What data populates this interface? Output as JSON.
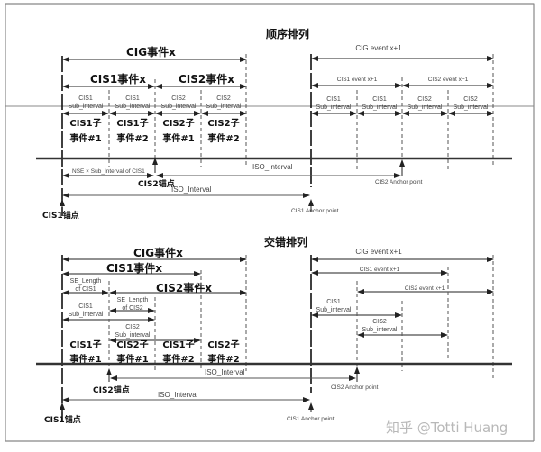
{
  "watermark": "知乎 @Totti Huang",
  "sequential": {
    "title": "顺序排列",
    "cig_event_x": "CIG事件x",
    "cis1_event_x": "CIS1事件x",
    "cis2_event_x": "CIS2事件x",
    "sub_intervals": [
      {
        "line1": "CIS1",
        "line2": "Sub_interval"
      },
      {
        "line1": "CIS1",
        "line2": "Sub_interval"
      },
      {
        "line1": "CIS2",
        "line2": "Sub_interval"
      },
      {
        "line1": "CIS2",
        "line2": "Sub_interval"
      }
    ],
    "subevents": [
      {
        "line1": "CIS1子",
        "line2": "事件#1"
      },
      {
        "line1": "CIS1子",
        "line2": "事件#2"
      },
      {
        "line1": "CIS2子",
        "line2": "事件#1"
      },
      {
        "line1": "CIS2子",
        "line2": "事件#2"
      }
    ],
    "cig_event_x1": "CIG event x+1",
    "cis1_event_x1": "CIS1 event x+1",
    "cis2_event_x1": "CIS2 event x+1",
    "sub_intervals_right": [
      {
        "line1": "CIS1",
        "line2": "Sub_interval"
      },
      {
        "line1": "CIS1",
        "line2": "Sub_interval"
      },
      {
        "line1": "CIS2",
        "line2": "Sub_interval"
      },
      {
        "line1": "CIS2",
        "line2": "Sub_interval"
      }
    ],
    "nse_label": "NSE × Sub_Interval of CIS1",
    "cis2_anchor": "CIS2锚点",
    "cis1_anchor": "CIS1锚点",
    "iso_interval_1": "ISO_Interval",
    "iso_interval_2": "ISO_Interval",
    "cis2_anchor_point": "CIS2 Anchor point",
    "cis1_anchor_point": "CIS1 Anchor point"
  },
  "interleaved": {
    "title": "交错排列",
    "cig_event_x": "CIG事件x",
    "cis1_event_x": "CIS1事件x",
    "cis2_event_x": "CIS2事件x",
    "se_length_cis1": {
      "line1": "SE_Length",
      "line2": "of CIS1"
    },
    "se_length_cis2": {
      "line1": "SE_Length",
      "line2": "of CIS2"
    },
    "cis1_sub_interval": {
      "line1": "CIS1",
      "line2": "Sub_interval"
    },
    "cis2_sub_interval": {
      "line1": "CIS2",
      "line2": "Sub_interval"
    },
    "subevents": [
      {
        "line1": "CIS1子",
        "line2": "事件#1"
      },
      {
        "line1": "CIS2子",
        "line2": "事件#1"
      },
      {
        "line1": "CIS1子",
        "line2": "事件#2"
      },
      {
        "line1": "CIS2子",
        "line2": "事件#2"
      }
    ],
    "cig_event_x1": "CIG event x+1",
    "cis1_event_x1": "CIS1 event x+1",
    "cis2_event_x1": "CIS2 event x+1",
    "cis1_sub_interval_right": {
      "line1": "CIS1",
      "line2": "Sub_interval"
    },
    "cis2_sub_interval_right": {
      "line1": "CIS2",
      "line2": "Sub_interval"
    },
    "cis2_anchor": "CIS2锚点",
    "cis1_anchor": "CIS1锚点",
    "iso_interval_1": "ISO_Interval",
    "iso_interval_2": "ISO_Interval",
    "cis2_anchor_point": "CIS2 Anchor point",
    "cis1_anchor_point": "CIS1 Anchor point"
  }
}
